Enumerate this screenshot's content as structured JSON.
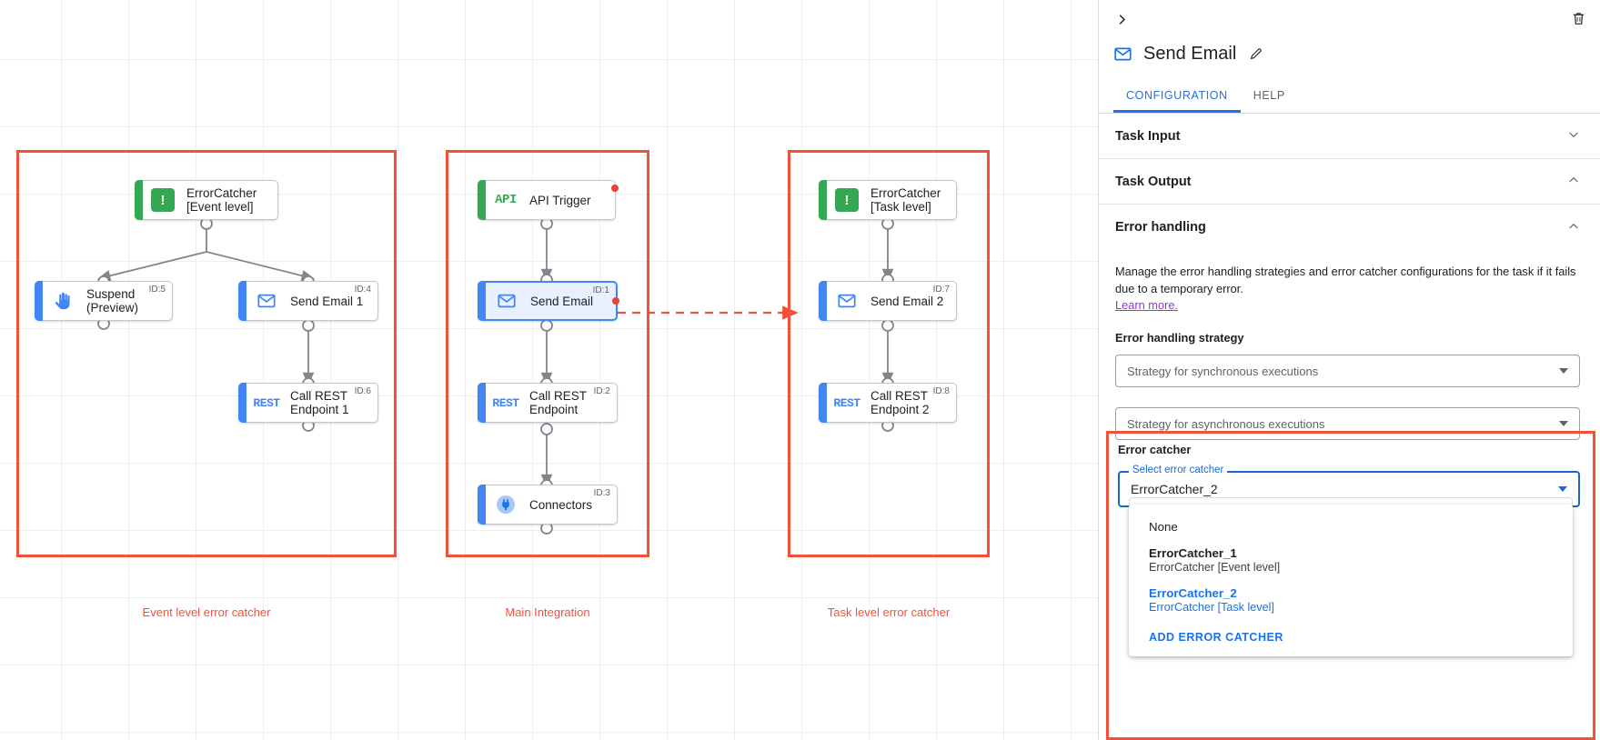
{
  "canvas": {
    "groups": [
      {
        "id": "event-level",
        "label": "Event level error catcher"
      },
      {
        "id": "main-integration",
        "label": "Main Integration"
      },
      {
        "id": "task-level",
        "label": "Task level error catcher"
      }
    ],
    "nodes": {
      "error_catcher_event": {
        "label": "ErrorCatcher\n[Event level]",
        "icon": "error-catcher-icon",
        "id_label": "",
        "accent": "green"
      },
      "suspend": {
        "label": "Suspend\n(Preview)",
        "icon": "suspend-hand-icon",
        "id_label": "ID:5",
        "accent": "blue"
      },
      "send_email_1": {
        "label": "Send Email 1",
        "icon": "email-icon",
        "id_label": "ID:4",
        "accent": "blue"
      },
      "call_rest_1": {
        "label": "Call REST\nEndpoint 1",
        "icon": "rest-icon",
        "id_label": "ID:6",
        "accent": "blue"
      },
      "api_trigger": {
        "label": "API Trigger",
        "icon": "api-icon",
        "id_label": "",
        "accent": "green"
      },
      "send_email": {
        "label": "Send Email",
        "icon": "email-icon",
        "id_label": "ID:1",
        "accent": "blue"
      },
      "call_rest": {
        "label": "Call REST\nEndpoint",
        "icon": "rest-icon",
        "id_label": "ID:2",
        "accent": "blue"
      },
      "connectors": {
        "label": "Connectors",
        "icon": "connectors-icon",
        "id_label": "ID:3",
        "accent": "blue"
      },
      "error_catcher_task": {
        "label": "ErrorCatcher\n[Task level]",
        "icon": "error-catcher-icon",
        "id_label": "",
        "accent": "green"
      },
      "send_email_2": {
        "label": "Send Email 2",
        "icon": "email-icon",
        "id_label": "ID:7",
        "accent": "blue"
      },
      "call_rest_2": {
        "label": "Call REST\nEndpoint 2",
        "icon": "rest-icon",
        "id_label": "ID:8",
        "accent": "blue"
      }
    },
    "colors": {
      "group_frame": "#f4503c",
      "accent_green": "#34a853",
      "accent_blue": "#4285f4",
      "error_dot": "#ea4335",
      "edge": "#80868b"
    }
  },
  "panel": {
    "title": "Send Email",
    "title_icon": "email-icon",
    "edit_icon": "pencil-icon",
    "collapse_icon": "chevron-right-icon",
    "delete_icon": "trash-icon",
    "tabs": [
      {
        "label": "CONFIGURATION",
        "active": true
      },
      {
        "label": "HELP",
        "active": false
      }
    ],
    "sections": [
      {
        "key": "task_input",
        "title": "Task Input",
        "chevron": "chevron-down-icon"
      },
      {
        "key": "task_output",
        "title": "Task Output",
        "chevron": "chevron-up-icon"
      },
      {
        "key": "error_handling",
        "title": "Error handling",
        "chevron": "chevron-up-icon"
      }
    ],
    "error_handling": {
      "description": "Manage the error handling strategies and error catcher configurations for the task if it fails due to a temporary error.",
      "learn_more": "Learn more.",
      "strategy_label": "Error handling strategy",
      "sync_placeholder": "Strategy for synchronous executions",
      "async_placeholder": "Strategy for asynchronous executions"
    },
    "error_catcher": {
      "block_title": "Error catcher",
      "float_label": "Select error catcher",
      "value": "ErrorCatcher_2",
      "options": [
        {
          "primary": "None",
          "secondary": "",
          "selected": false,
          "bold": false
        },
        {
          "primary": "ErrorCatcher_1",
          "secondary": "ErrorCatcher [Event level]",
          "selected": false,
          "bold": true
        },
        {
          "primary": "ErrorCatcher_2",
          "secondary": "ErrorCatcher [Task level]",
          "selected": true,
          "bold": true
        }
      ],
      "add_label": "ADD ERROR CATCHER"
    },
    "colors": {
      "accent": "#1a73e8",
      "link": "#9334e6",
      "highlight": "#f4503c"
    }
  }
}
